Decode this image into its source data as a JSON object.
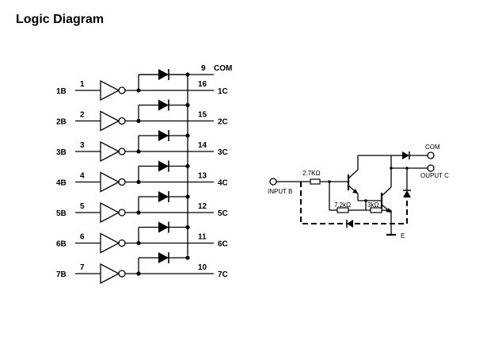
{
  "title": "Logic Diagram",
  "channels": [
    {
      "input": "1B",
      "in_pin": "1",
      "out_pin": "16",
      "output": "1C"
    },
    {
      "input": "2B",
      "in_pin": "2",
      "out_pin": "15",
      "output": "2C"
    },
    {
      "input": "3B",
      "in_pin": "3",
      "out_pin": "14",
      "output": "3C"
    },
    {
      "input": "4B",
      "in_pin": "4",
      "out_pin": "13",
      "output": "4C"
    },
    {
      "input": "5B",
      "in_pin": "5",
      "out_pin": "12",
      "output": "5C"
    },
    {
      "input": "6B",
      "in_pin": "6",
      "out_pin": "11",
      "output": "6C"
    },
    {
      "input": "7B",
      "in_pin": "7",
      "out_pin": "10",
      "output": "7C"
    }
  ],
  "com": {
    "pin": "9",
    "label": "COM"
  },
  "schematic": {
    "input_label": "INPUT B",
    "com_label": "COM",
    "output_label": "OUPUT C",
    "r1": "2.7KΩ",
    "r2": "7.2kΩ",
    "r3": "3kΩ",
    "emitter_label": "E"
  }
}
